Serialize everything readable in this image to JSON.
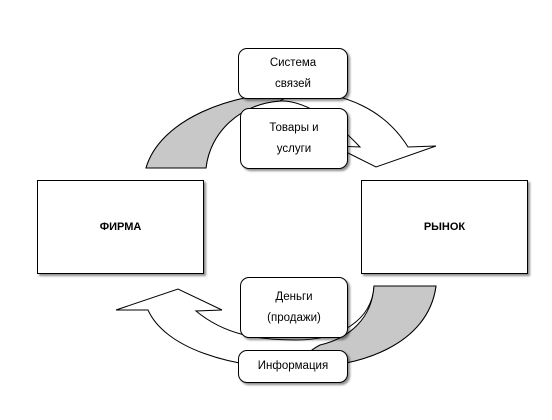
{
  "nodes": {
    "firm": "ФИРМА",
    "market": "РЫНОК"
  },
  "labels": {
    "system_line1": "Система",
    "system_line2": "связей",
    "goods_line1": "Товары и",
    "goods_line2": "услуги",
    "money_line1": "Деньги",
    "money_line2": "(продажи)",
    "information": "Информация"
  },
  "colors": {
    "arrow_shade": "#c8c8c8",
    "outline": "#000000",
    "background": "#ffffff"
  }
}
